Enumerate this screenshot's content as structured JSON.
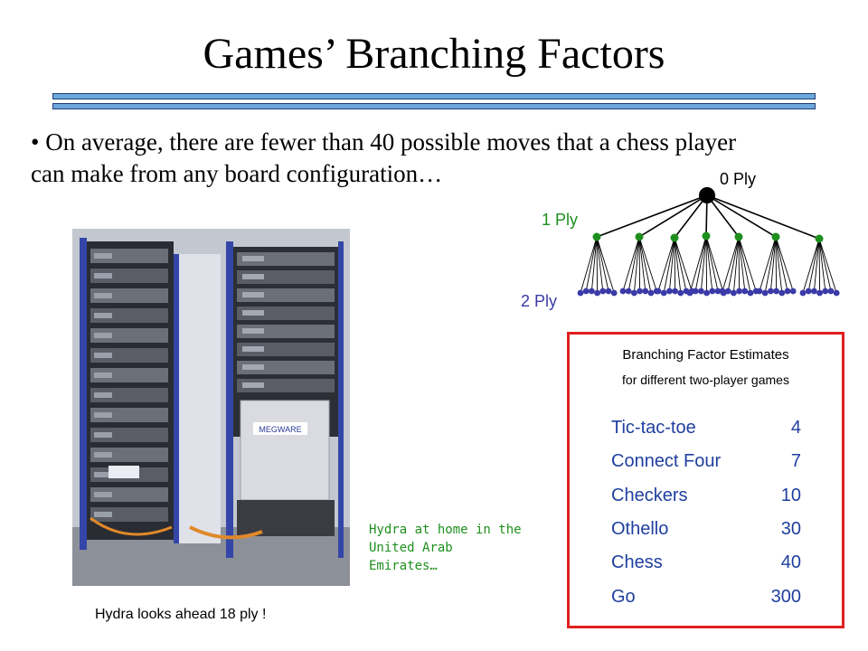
{
  "slide": {
    "title": "Games’ Branching Factors",
    "bullet": "• On average, there are fewer than 40 possible moves that a chess player can make from any board configuration…"
  },
  "tree": {
    "levels": [
      "0 Ply",
      "1 Ply",
      "2 Ply"
    ],
    "branching_shown": 7,
    "colors": {
      "level0": "#000000",
      "level1": "#1e8f1e",
      "level2": "#3a3aa8",
      "label1": "#1e8f1e",
      "label2": "#3a3aa8"
    }
  },
  "photo": {
    "caption": "Hydra looks ahead 18 ply !",
    "side_note": "Hydra at home in the United Arab Emirates…",
    "badge_text": "MEGWARE"
  },
  "estimates": {
    "title": "Branching Factor Estimates",
    "subtitle": "for different two-player games",
    "rows": [
      {
        "game": "Tic-tac-toe",
        "value": "4"
      },
      {
        "game": "Connect Four",
        "value": "7"
      },
      {
        "game": "Checkers",
        "value": "10"
      },
      {
        "game": "Othello",
        "value": "30"
      },
      {
        "game": "Chess",
        "value": "40"
      },
      {
        "game": "Go",
        "value": "300"
      }
    ],
    "border_color": "#e02020",
    "text_color": "#1f3f9f"
  }
}
